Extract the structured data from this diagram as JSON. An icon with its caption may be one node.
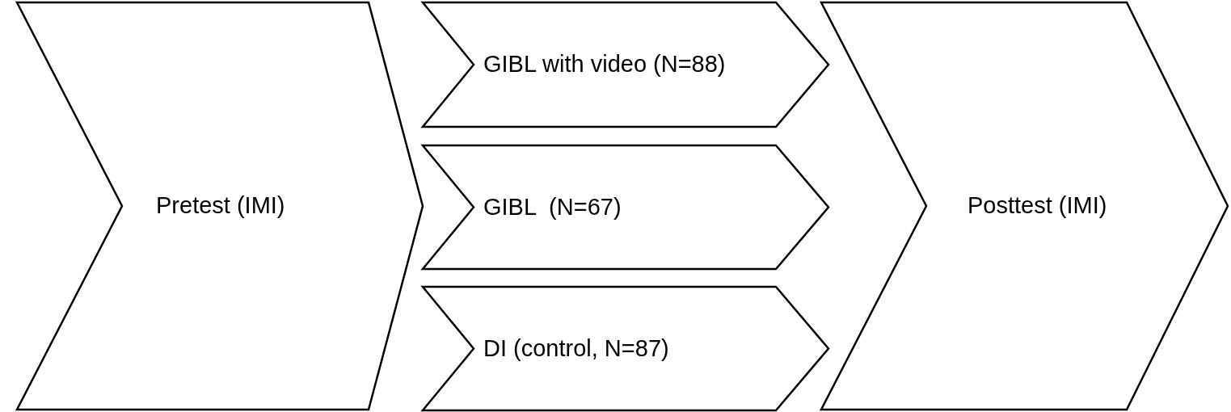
{
  "diagram": {
    "nodes": [
      {
        "text": [
          "Pretest (IMI)"
        ]
      },
      {
        "text": [
          "GIBL with video (N=88)"
        ]
      },
      {
        "text": [
          "GIBL  (N=67)"
        ]
      },
      {
        "text": [
          "DI (control, N=87)"
        ]
      },
      {
        "text": [
          "Posttest (IMI)"
        ]
      }
    ]
  }
}
